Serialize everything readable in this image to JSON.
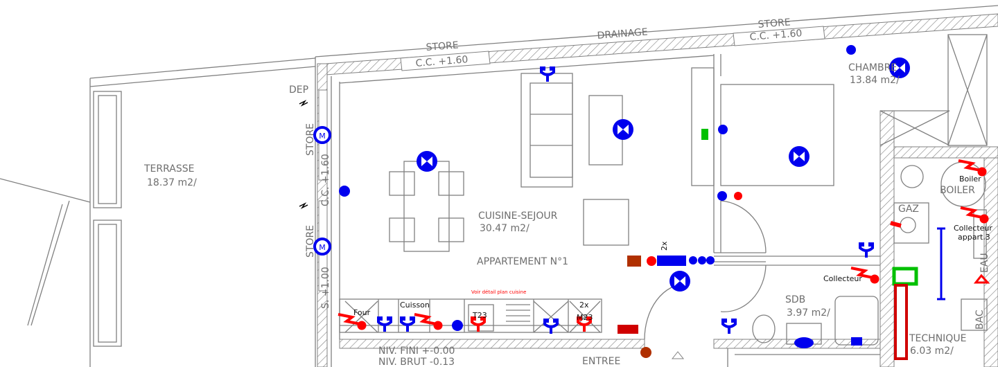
{
  "plan": {
    "apartment": "APPARTEMENT N°1",
    "kitchen_note": "Voir détail plan cuisine",
    "rooms": {
      "terrasse": {
        "name": "TERRASSE",
        "area": "18.37 m2/"
      },
      "sejour": {
        "name": "CUISINE-SEJOUR",
        "area": "30.47 m2/"
      },
      "chambre": {
        "name": "CHAMBRE",
        "area": "13.84 m2/"
      },
      "sdb": {
        "name": "SDB",
        "area": "3.97 m2/"
      },
      "technique": {
        "name": "TECHNIQUE",
        "area": "6.03 m2/"
      },
      "entree": {
        "name": "ENTREE"
      },
      "dep": {
        "name": "DEP"
      }
    },
    "levels": {
      "fini": "NIV. FINI +-0.00",
      "brut": "NIV. BRUT -0.13"
    },
    "facade": {
      "store1": "STORE",
      "cc1": "C.C. +1.60",
      "drainage": "DRAINAGE",
      "store2": "STORE",
      "cc2": "C.C. +1.60",
      "store_left1": "STORE",
      "cc_left": "C.C. +1.60",
      "store_left2": "STORE",
      "s_left": "S. +1.00"
    },
    "equipment": {
      "four": "Four",
      "cuisson": "Cuisson",
      "t23": "T23",
      "two_x": "2x",
      "m23": "M23",
      "two_x_door": "2x",
      "boiler_small": "Boiler",
      "boiler": "BOILER",
      "gaz": "GAZ",
      "collecteur": "Collecteur",
      "collecteur_appart_1": "Collecteur",
      "collecteur_appart_2": "appart.3",
      "eau": "EAU",
      "bac": "BAC",
      "motor": "M"
    }
  },
  "colors": {
    "wall": "#808080",
    "electric": "#0000ee",
    "power": "#ff0000",
    "gas": "#00c000",
    "outlet": "#b03000"
  }
}
